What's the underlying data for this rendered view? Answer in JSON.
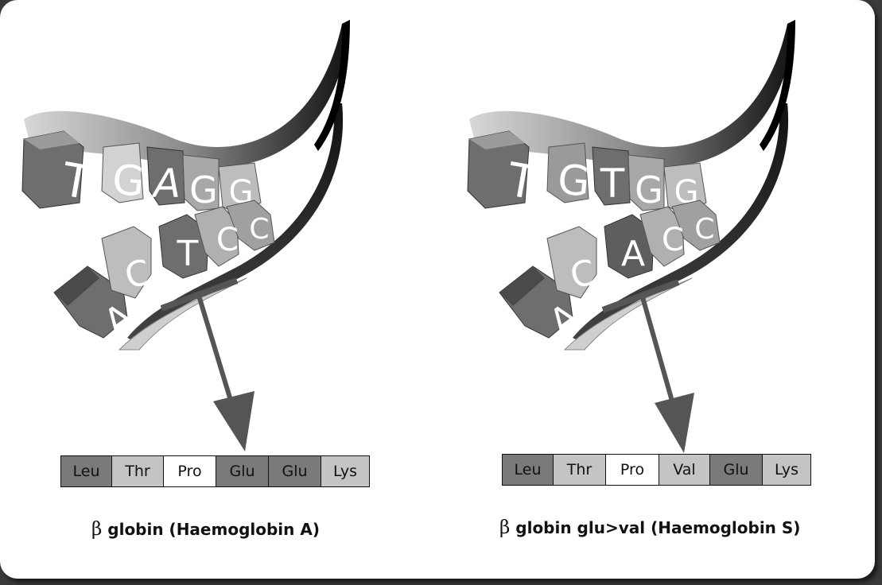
{
  "panels": [
    {
      "id": "haemoglobin-a",
      "coding_bases": [
        "T",
        "G",
        "A",
        "G",
        "G"
      ],
      "template_bases": [
        "A",
        "C",
        "T",
        "C",
        "C"
      ],
      "amino_acids": [
        {
          "label": "Leu",
          "shade": "dark"
        },
        {
          "label": "Thr",
          "shade": "light"
        },
        {
          "label": "Pro",
          "shade": "white"
        },
        {
          "label": "Glu",
          "shade": "dark"
        },
        {
          "label": "Glu",
          "shade": "dark"
        },
        {
          "label": "Lys",
          "shade": "light"
        }
      ],
      "caption_symbol": "β",
      "caption_text": "globin (Haemoglobin A)"
    },
    {
      "id": "haemoglobin-s",
      "coding_bases": [
        "T",
        "G",
        "T",
        "G",
        "G"
      ],
      "template_bases": [
        "A",
        "C",
        "A",
        "C",
        "C"
      ],
      "amino_acids": [
        {
          "label": "Leu",
          "shade": "dark"
        },
        {
          "label": "Thr",
          "shade": "light"
        },
        {
          "label": "Pro",
          "shade": "white"
        },
        {
          "label": "Val",
          "shade": "light"
        },
        {
          "label": "Glu",
          "shade": "dark"
        },
        {
          "label": "Lys",
          "shade": "light"
        }
      ],
      "caption_symbol": "β",
      "caption_text": "globin glu>val (Haemoglobin S)"
    }
  ],
  "colors": {
    "dark_shade": "#7a7a7a",
    "light_shade": "#c4c4c4",
    "arrow": "#5a5a5a",
    "ribbon": "#1a1a1a"
  }
}
